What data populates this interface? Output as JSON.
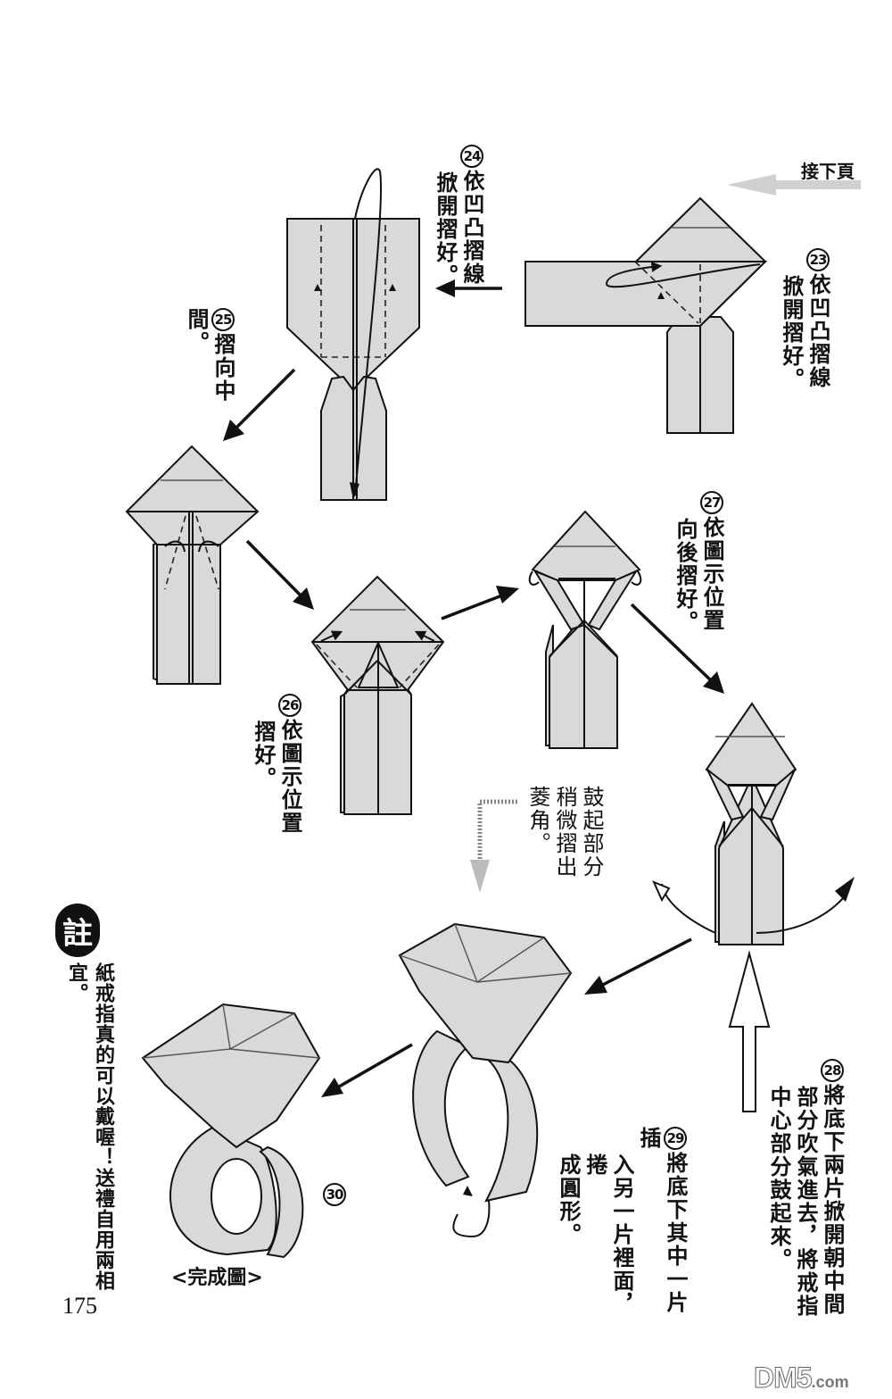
{
  "page": {
    "number": "175",
    "continue_label": "接下頁",
    "watermark": {
      "main": "DM5",
      "suffix": ".com"
    }
  },
  "steps": [
    {
      "num": "23",
      "lines": [
        "依凹凸摺線",
        "掀開摺好。"
      ]
    },
    {
      "num": "24",
      "lines": [
        "依凹凸摺線",
        "掀開摺好。"
      ]
    },
    {
      "num": "25",
      "lines": [
        "摺向中間",
        "。"
      ]
    },
    {
      "num": "26",
      "lines": [
        "依圖示位置",
        "摺好。"
      ]
    },
    {
      "num": "27",
      "lines": [
        "依圖示位置",
        "向後摺好。"
      ]
    },
    {
      "num": "28",
      "lines": [
        "將底下兩片掀開朝中間",
        "部分吹氣進去，將戒指",
        "中心部分鼓起來。"
      ]
    },
    {
      "num": "29",
      "lines": [
        "將底下其中一片插",
        "入另一片裡面，捲",
        "成圓形。"
      ]
    },
    {
      "num": "30",
      "lines": []
    }
  ],
  "side_note": {
    "lines": [
      "鼓起部分",
      "稍微摺出",
      "菱角。"
    ]
  },
  "note": {
    "badge": "註",
    "text": "紙戒指真的可以戴喔！送禮自用兩相宜。"
  },
  "finished_label": "<完成圖>",
  "colors": {
    "paper": "#d9d9d9",
    "ink": "#111111",
    "background": "#ffffff"
  }
}
